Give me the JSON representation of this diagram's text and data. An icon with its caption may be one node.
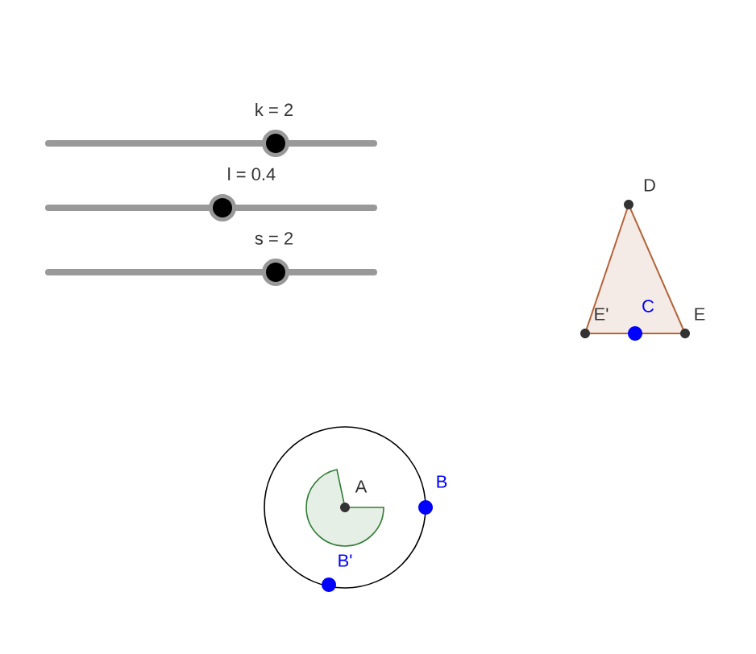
{
  "diagram": {
    "labels": [
      "k = 2",
      "l = 0.4",
      "s = 2",
      "D",
      "E'",
      "C",
      "E",
      "A",
      "B",
      "B'"
    ]
  }
}
